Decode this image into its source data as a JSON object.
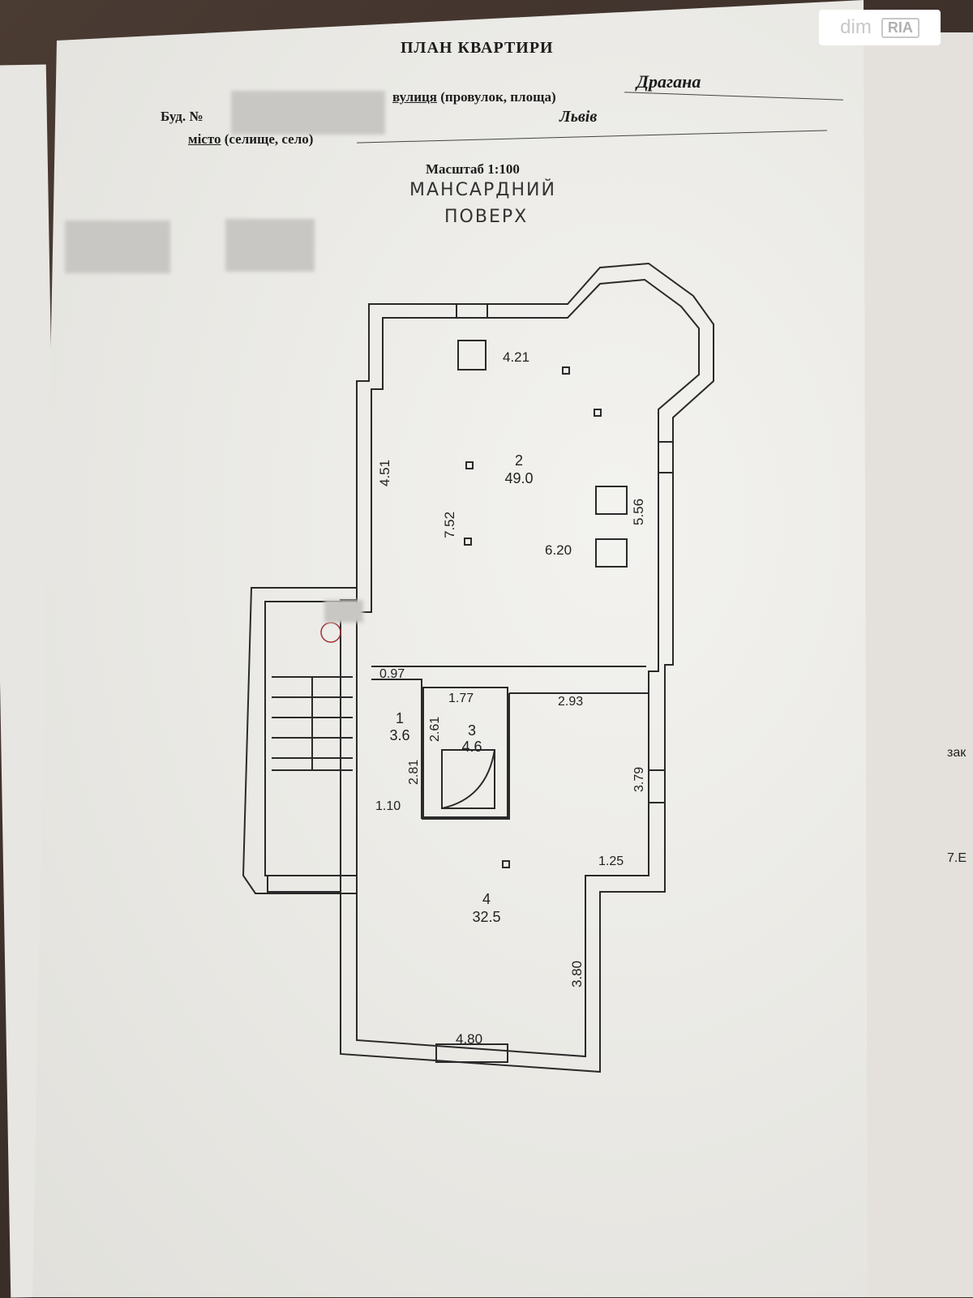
{
  "header": {
    "title": "ПЛАН КВАРТИРИ",
    "building_label": "Буд. №",
    "street_label_underlined": "вулиця",
    "street_label_rest": "(провулок, площа)",
    "street_value": "Драгана",
    "city_label_underlined": "місто",
    "city_label_rest": "(селище, село)",
    "city_value": "Львів",
    "scale": "Масштаб 1:100"
  },
  "plan": {
    "floor_line1": "МАНСАРДНИЙ",
    "floor_line2": "ПОВЕРХ",
    "rooms": [
      {
        "number": "1",
        "area": "3.6"
      },
      {
        "number": "2",
        "area": "49.0"
      },
      {
        "number": "3",
        "area": "4.6"
      },
      {
        "number": "4",
        "area": "32.5"
      }
    ],
    "dimensions": [
      "4.21",
      "4.51",
      "7.52",
      "5.56",
      "6.20",
      "0.97",
      "1.77",
      "2.93",
      "2.61",
      "2.81",
      "1.10",
      "3.79",
      "1.25",
      "3.80",
      "4.80"
    ]
  },
  "right_page_fragments": [
    "зак",
    "7.Е"
  ],
  "watermark": {
    "brand1": "dim",
    "brand2": "RIA"
  },
  "colors": {
    "paper": "#efeee9",
    "ink": "#222222",
    "desk": "#3a2f2a"
  }
}
